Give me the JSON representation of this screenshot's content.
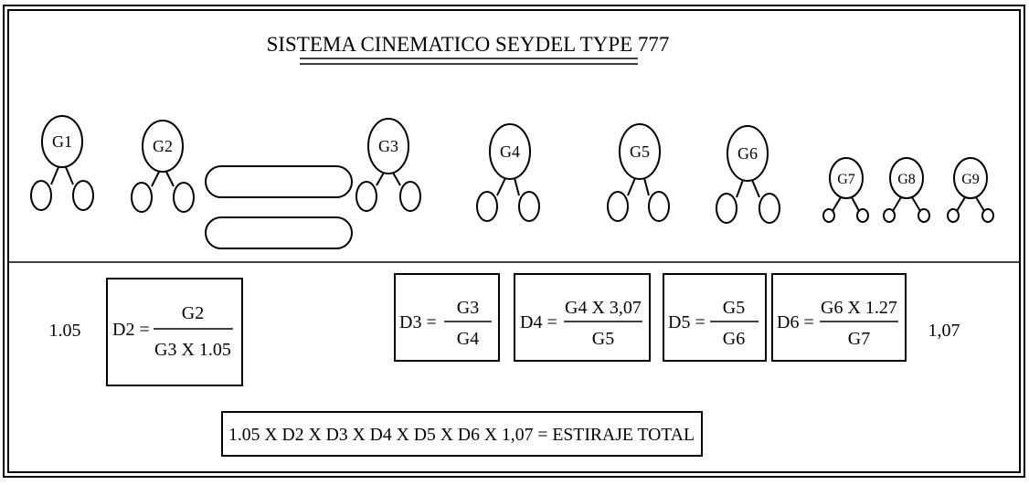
{
  "title": "SISTEMA CINEMATICO SEYDEL TYPE 777",
  "gears": [
    "G1",
    "G2",
    "G3",
    "G4",
    "G5",
    "G6",
    "G7",
    "G8",
    "G9"
  ],
  "left_factor": "1.05",
  "right_factor": "1,07",
  "formulas": [
    {
      "lhs": "D2 =",
      "numerator": "G2",
      "denominator": "G3 X 1.05"
    },
    {
      "lhs": "D3 =",
      "numerator": "G3",
      "denominator": "G4"
    },
    {
      "lhs": "D4 =",
      "numerator": "G4 X 3,07",
      "denominator": "G5"
    },
    {
      "lhs": "D5 =",
      "numerator": "G5",
      "denominator": "G6"
    },
    {
      "lhs": "D6 =",
      "numerator": "G6 X 1.27",
      "denominator": "G7"
    }
  ],
  "total_formula": "1.05 X D2 X D3 X D4 X D5 X D6 X 1,07 = ESTIRAJE TOTAL",
  "colors": {
    "line": "#000000",
    "background": "#ffffff"
  }
}
